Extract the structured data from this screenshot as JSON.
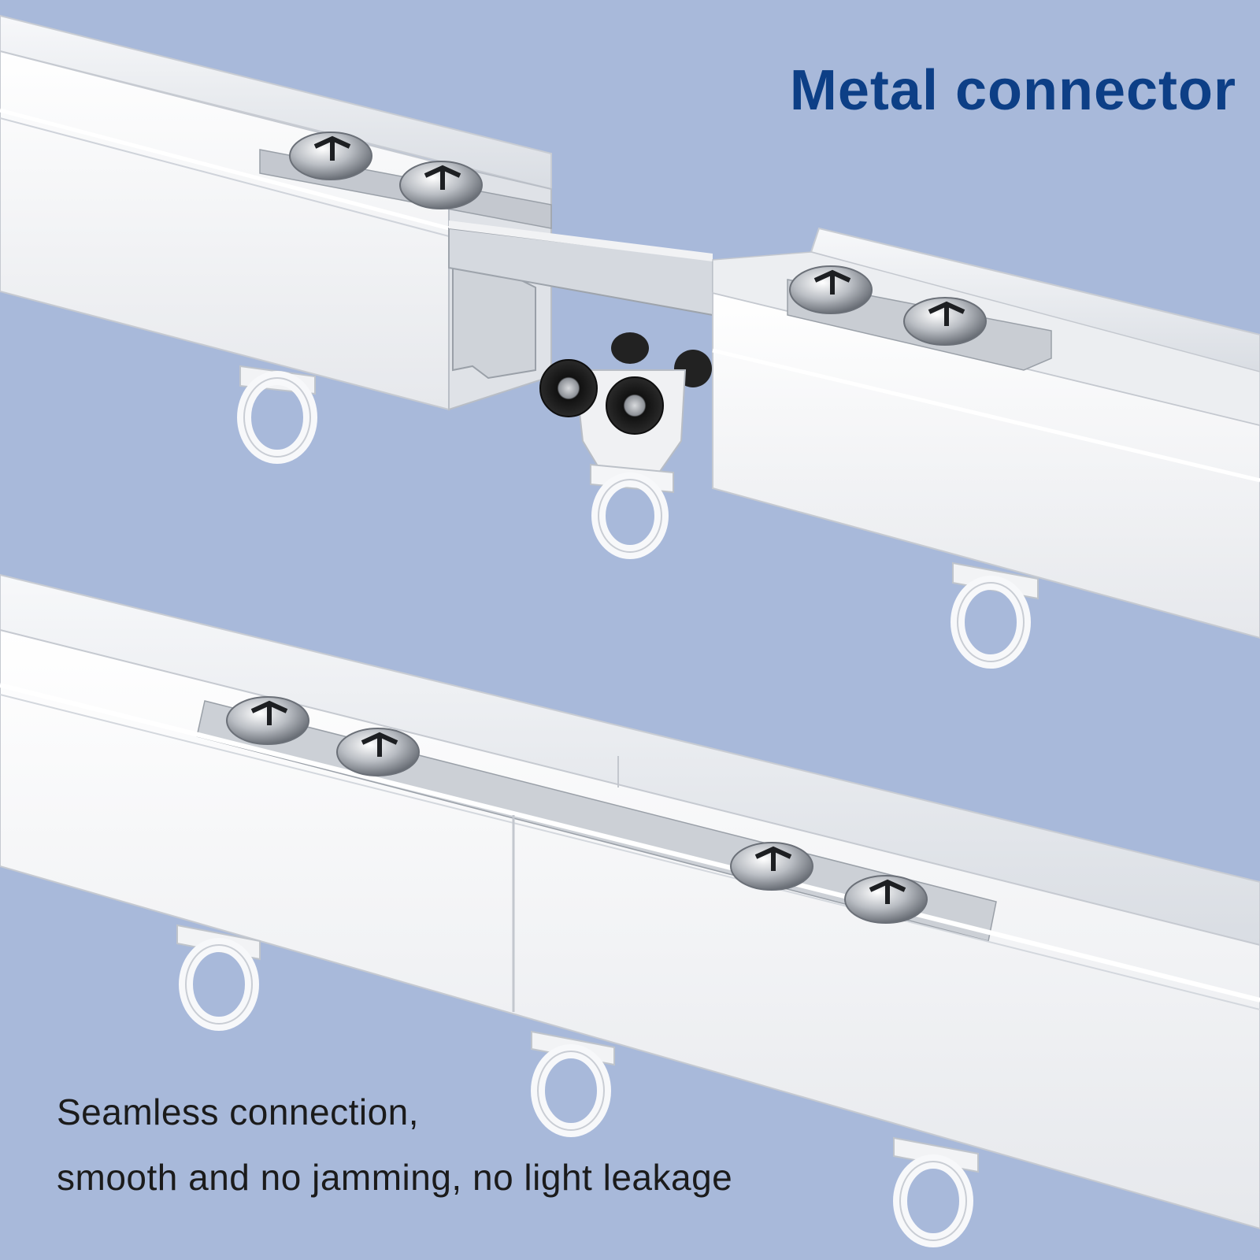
{
  "headline": "Metal connector",
  "caption": {
    "line1": "Seamless connection,",
    "line2": "smooth and no jamming, no light leakage"
  },
  "colors": {
    "background": "#a8b9da",
    "headline": "#0d3f86",
    "caption": "#1b1b1b",
    "track": "#f4f5f7"
  }
}
